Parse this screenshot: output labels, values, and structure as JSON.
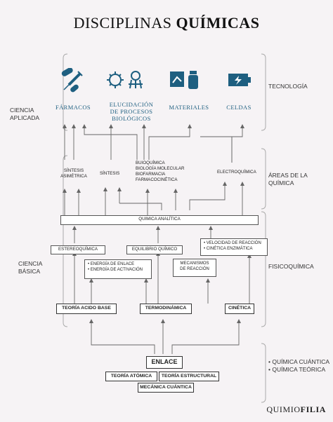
{
  "title": {
    "light": "DISCIPLINAS",
    "bold": "QUÍMICAS"
  },
  "left_labels": {
    "applied": "CIENCIA APLICADA",
    "basic": "CIENCIA BÁSICA"
  },
  "right_labels": {
    "technology": "TECNOLOGÍA",
    "areas": "ÁREAS DE LA QUÍMICA",
    "physchem": "FISICOQUÍMICA",
    "quantum": "• QUÍMICA CUÁNTICA",
    "theoretical": "• QUÍMICA TEÓRICA"
  },
  "technology": {
    "pharma": "FÁRMACOS",
    "bio_l1": "ELUCIDACIÓN",
    "bio_l2": "DE PROCESOS",
    "bio_l3": "BIOLÓGICOS",
    "materials": "MATERIALES",
    "cells": "CELDAS",
    "icons": [
      "pill-syringe-icon",
      "bacteria-virus-icon",
      "materials-bottle-icon",
      "battery-icon"
    ],
    "icon_color": "#1e5f80"
  },
  "areas": {
    "asym_l1": "SÍNTESIS",
    "asym_l2": "ASIMÉTRICA",
    "synthesis": "SÍNTESIS",
    "bio1": "BUIOQUÍMICA",
    "bio2": "BIOLOGÍA MOLECULAR",
    "bio3": "BIOFARMACIA",
    "bio4": "FARMACOCINÉTICA",
    "electro": "ELECTROQUÍMICA"
  },
  "analytical": "QUIMICA ANALÍTICA",
  "mid": {
    "stereo": "ESTEREOQUÍMICA",
    "equilibrium": "EQUILIBRIO QUÍMICO",
    "velocity": "• VELOCIDAD DE REACCIÓN",
    "enzyme": "• CINÉTICA ENZIMÁTICA",
    "bond_energy": "• ENERGÍA DE ENLACE",
    "activation": "• ENERGÍA DE ACTIVACIÓN",
    "mech_l1": "MECANISMOS",
    "mech_l2": "DE REACCIÓN"
  },
  "theories": {
    "acid": "TEORÍA ACIDO BASE",
    "thermo": "TERMODINÁMICA",
    "kinetics": "CINÉTICA"
  },
  "foundation": {
    "bond": "ENLACE",
    "atomic": "TEORÍA ATÓMICA",
    "structural": "TEORÍA ESTRUCTURAL",
    "quantum": "MECÁNICA CUÁNTICA"
  },
  "brand": {
    "light": "QUIMIO",
    "bold": "FILIA"
  }
}
